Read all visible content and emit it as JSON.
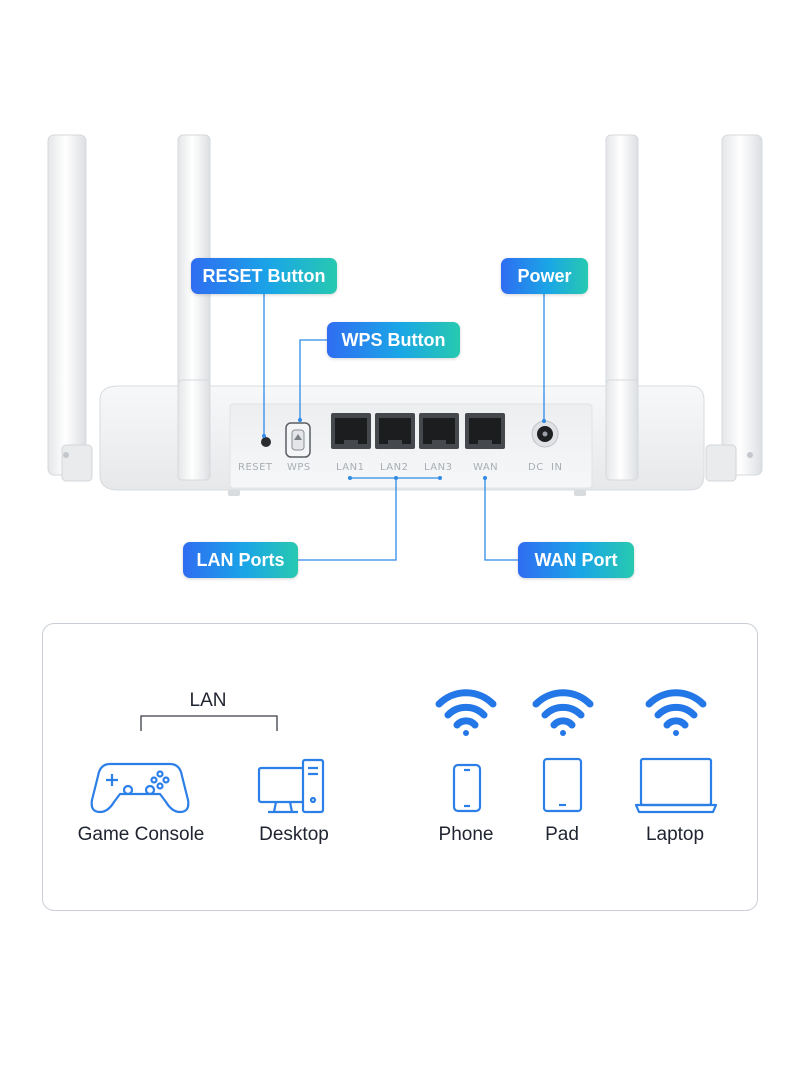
{
  "callouts": {
    "reset": "RESET Button",
    "wps": "WPS Button",
    "power": "Power",
    "lan_ports": "LAN Ports",
    "wan_port": "WAN Port"
  },
  "ports": {
    "reset": "RESET",
    "wps": "WPS",
    "lan1": "LAN1",
    "lan2": "LAN2",
    "lan3": "LAN3",
    "wan": "WAN",
    "dc_in": "DC  IN"
  },
  "connections": {
    "lan_caption": "LAN",
    "wired_devices": [
      {
        "label": "Game Console",
        "icon": "gamepad-icon"
      },
      {
        "label": "Desktop",
        "icon": "desktop-computer-icon"
      }
    ],
    "wireless_devices": [
      {
        "label": "Phone",
        "icon": "phone-icon"
      },
      {
        "label": "Pad",
        "icon": "tablet-icon"
      },
      {
        "label": "Laptop",
        "icon": "laptop-icon"
      }
    ]
  },
  "colors": {
    "accent_blue": "#1e7bea",
    "callout_gradient_start": "#2f6df2",
    "callout_gradient_end": "#27c9b0",
    "router_body": "#f2f3f4"
  }
}
